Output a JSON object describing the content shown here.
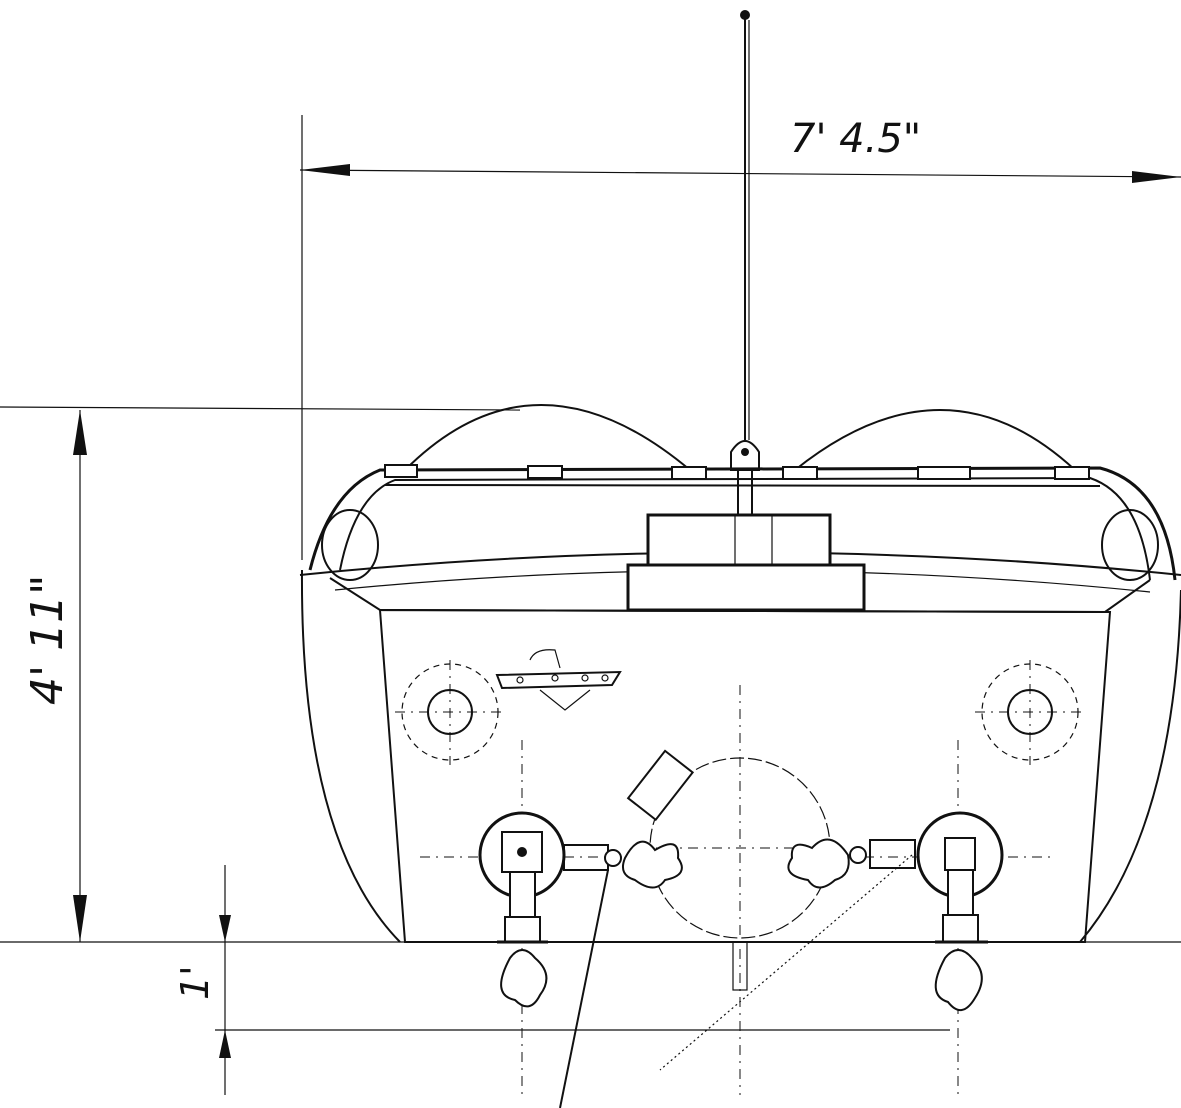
{
  "dimensions": {
    "width": "7' 4.5\"",
    "height": "4' 11\"",
    "thruster_drop": "1'"
  },
  "colors": {
    "ink": "#111111",
    "paper": "#ffffff"
  }
}
